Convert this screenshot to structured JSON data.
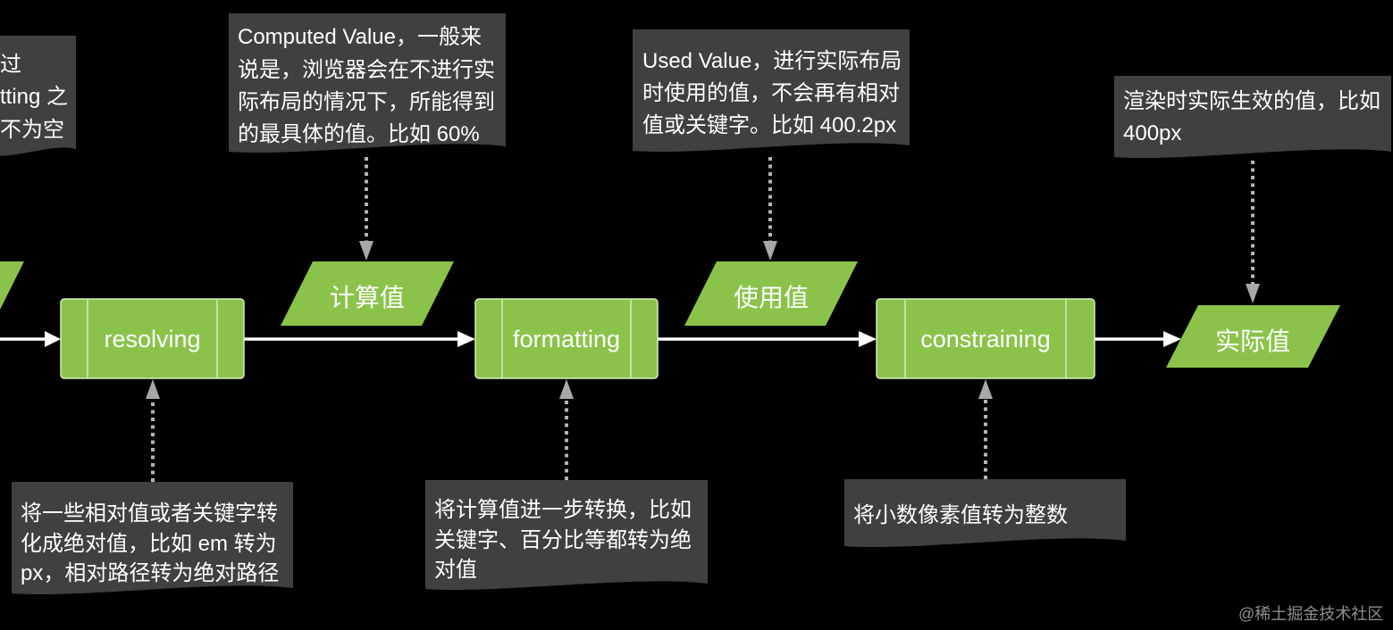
{
  "colors": {
    "background": "#000000",
    "process_fill": "#8bc34a",
    "value_fill": "#8bc34a",
    "note_fill": "#404040",
    "flow_arrow": "#ffffff",
    "hint_arrow": "#a8a8a8"
  },
  "diagram": {
    "partial_note": {
      "lines": [
        "过",
        "tting 之",
        "不为空"
      ]
    },
    "processes": [
      {
        "label": "resolving"
      },
      {
        "label": "formatting"
      },
      {
        "label": "constraining"
      }
    ],
    "values": [
      {
        "label": "计算值"
      },
      {
        "label": "使用值"
      },
      {
        "label": "实际值"
      }
    ],
    "top_notes": [
      {
        "lines": [
          "Computed Value，一般来",
          "说是，浏览器会在不进行实",
          "际布局的情况下，所能得到",
          "的最具体的值。比如 60%"
        ]
      },
      {
        "lines": [
          "Used Value，进行实际布局",
          "时使用的值，不会再有相对",
          "值或关键字。比如 400.2px"
        ]
      },
      {
        "lines": [
          "渲染时实际生效的值，比如",
          "400px"
        ]
      }
    ],
    "bottom_notes": [
      {
        "lines": [
          "将一些相对值或者关键字转",
          "化成绝对值，比如 em 转为",
          "px，相对路径转为绝对路径"
        ]
      },
      {
        "lines": [
          "将计算值进一步转换，比如",
          "关键字、百分比等都转为绝",
          "对值"
        ]
      },
      {
        "lines": [
          "将小数像素值转为整数"
        ]
      }
    ]
  },
  "watermark": "@稀土掘金技术社区"
}
